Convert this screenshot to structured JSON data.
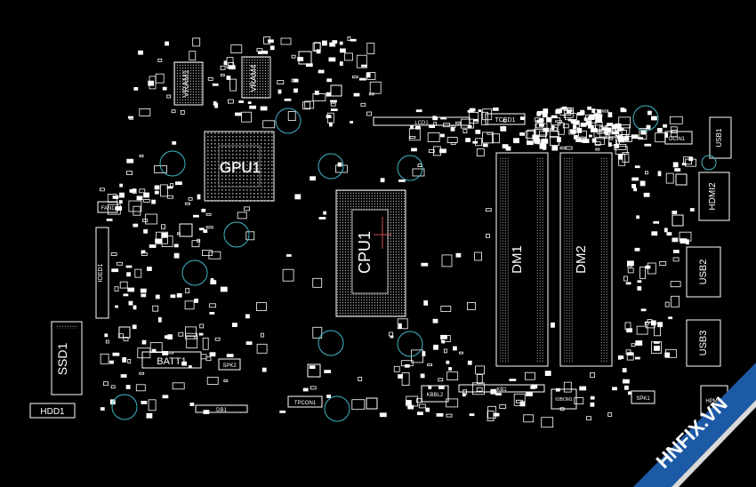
{
  "board": {
    "labels": {
      "vram1": "VRAM1",
      "vram4": "VRAM4",
      "gpu1": "GPU1",
      "cpu1": "CPU1",
      "lcd1": "LCD1",
      "tced1": "TCED1",
      "dm1": "DM1",
      "dm2": "DM2",
      "dcin1": "DCIN1",
      "usb1": "USB1",
      "hdmi2": "HDMI2",
      "usb2": "USB2",
      "usb3": "USB3",
      "fan1": "FAN1",
      "ioed1": "IOED1",
      "ssd1": "SSD1",
      "hdd1": "HDD1",
      "batt1": "BATT1",
      "spk2": "SPK2",
      "tpcon1": "TPCON1",
      "kbbl2": "KBBL2",
      "kb1": "KB1",
      "iobom1": "IOBOM1",
      "spk1": "SPK1",
      "hpmic": "HPMIC",
      "db1": "DB1"
    },
    "watermark": "HNFIX.VN",
    "colors": {
      "background": "#000000",
      "outline": "#ffffff",
      "mounting_hole": "#3fb6c6",
      "watermark_band": "#1d5aa6"
    }
  }
}
